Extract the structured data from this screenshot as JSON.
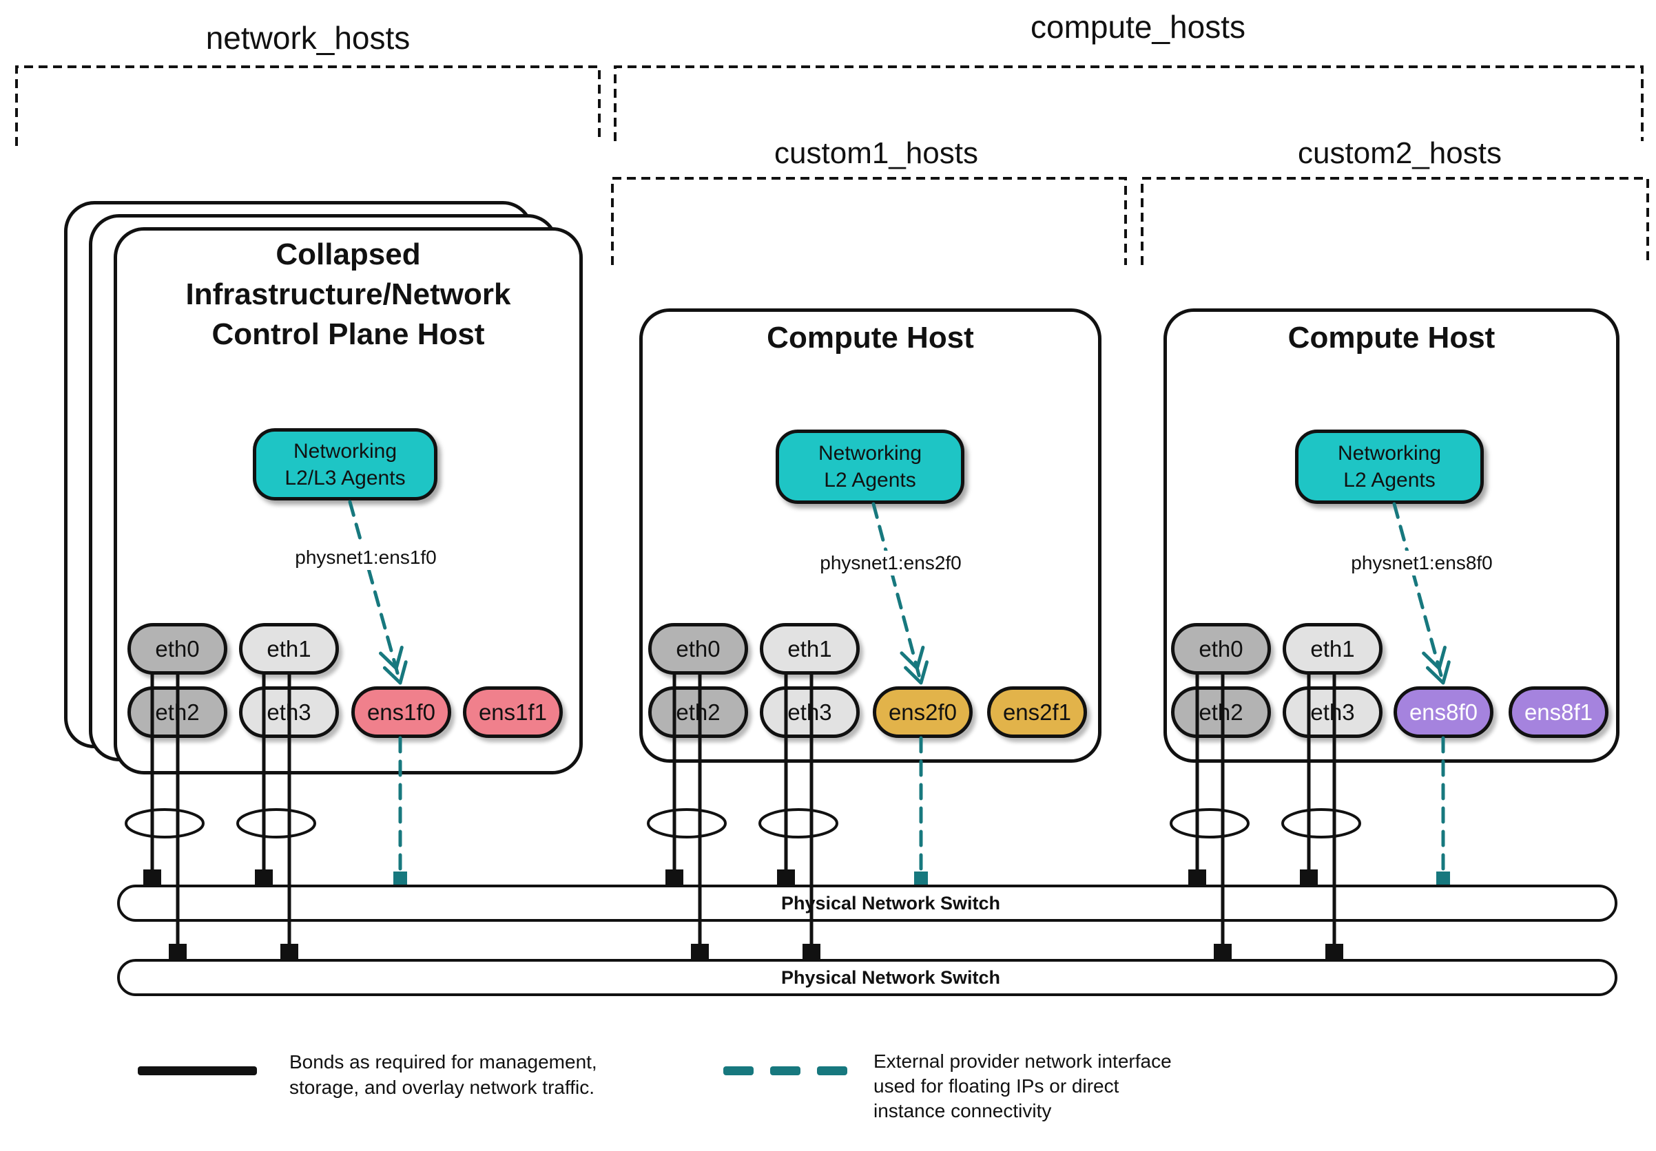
{
  "groups": {
    "network_hosts": "network_hosts",
    "compute_hosts": "compute_hosts",
    "custom1_hosts": "custom1_hosts",
    "custom2_hosts": "custom2_hosts"
  },
  "hosts": {
    "collapsed": {
      "title_lines": [
        "Collapsed",
        "Infrastructure/Network",
        "Control Plane Host"
      ],
      "agent_lines": [
        "Networking",
        "L2/L3 Agents"
      ],
      "physnet_label": "physnet1:ens1f0",
      "interfaces": {
        "eth0": "eth0",
        "eth1": "eth1",
        "eth2": "eth2",
        "eth3": "eth3",
        "ens0": "ens1f0",
        "ens1": "ens1f1"
      }
    },
    "compute1": {
      "title": "Compute Host",
      "agent_lines": [
        "Networking",
        "L2 Agents"
      ],
      "physnet_label": "physnet1:ens2f0",
      "interfaces": {
        "eth0": "eth0",
        "eth1": "eth1",
        "eth2": "eth2",
        "eth3": "eth3",
        "ens0": "ens2f0",
        "ens1": "ens2f1"
      }
    },
    "compute2": {
      "title": "Compute Host",
      "agent_lines": [
        "Networking",
        "L2 Agents"
      ],
      "physnet_label": "physnet1:ens8f0",
      "interfaces": {
        "eth0": "eth0",
        "eth1": "eth1",
        "eth2": "eth2",
        "eth3": "eth3",
        "ens0": "ens8f0",
        "ens1": "ens8f1"
      }
    }
  },
  "switches": {
    "top": "Physical Network Switch",
    "bottom": "Physical Network Switch"
  },
  "legend": {
    "bond_lines": [
      "Bonds as required for management,",
      "storage, and overlay network traffic."
    ],
    "external_lines": [
      "External provider network interface",
      "used for floating IPs or direct",
      "instance connectivity"
    ]
  },
  "colors": {
    "agent_teal": "#1ec5c5",
    "provider_line_teal": "#17787e",
    "pink_interface": "#f0808c",
    "gold_interface": "#e2b34a",
    "purple_interface": "#a583de",
    "gray_dark_interface": "#b3b3b3",
    "gray_light_interface": "#e2e2e2",
    "stroke": "#111111"
  }
}
